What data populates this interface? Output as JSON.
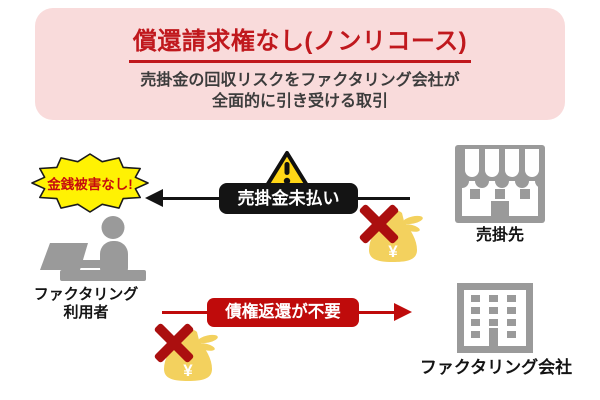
{
  "header": {
    "title": "償還請求権なし(ノンリコース)",
    "subtitle": [
      "売掛金の回収リスクをファクタリング会社が",
      "全面的に引き受ける取引"
    ]
  },
  "callout": {
    "text": "金銭被害なし!"
  },
  "actors": {
    "user": {
      "name": [
        "ファクタリング",
        "利用者"
      ],
      "icon": "person-at-laptop-icon"
    },
    "customer": {
      "name": "売掛先",
      "icon": "storefront-icon"
    },
    "company": {
      "name": "ファクタリング会社",
      "icon": "office-building-icon"
    }
  },
  "flows": {
    "unpaid": {
      "label": "売掛金未払い",
      "direction": "left",
      "icons": [
        "warning-icon",
        "money-bag-crossed-icon"
      ]
    },
    "no_return": {
      "label": "債権返還が不要",
      "direction": "right",
      "icons": [
        "money-bag-crossed-icon"
      ]
    }
  },
  "icons": {
    "yen": "¥"
  },
  "colors": {
    "header_bg": "#f9dbdb",
    "title_red": "#c0181d",
    "accent_red": "#bf0b0b",
    "black": "#141414",
    "icon_gray": "#9a9a9a",
    "money_gold": "#f3d15e",
    "bubble_yellow": "#fff203",
    "warning_yellow": "#ffd616",
    "cross_red": "#ab0f0f"
  }
}
